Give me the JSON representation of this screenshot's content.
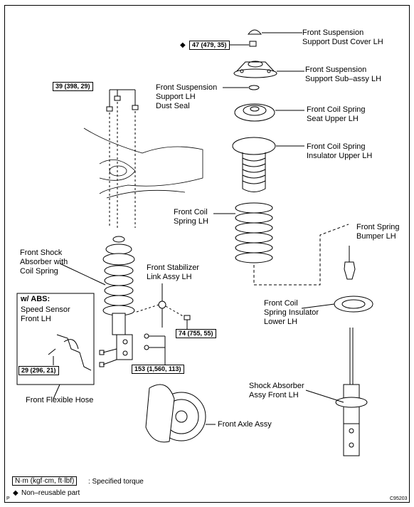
{
  "parts": {
    "dust_cover": "Front Suspension\nSupport Dust Cover LH",
    "support_sub_assy": "Front Suspension\nSupport Sub–assy LH",
    "dust_seal": "Front Suspension\nSupport LH\nDust Seal",
    "spring_seat_upper": "Front Coil Spring\nSeat Upper LH",
    "insulator_upper": "Front Coil Spring\nInsulator Upper LH",
    "coil_spring": "Front Coil\nSpring LH",
    "spring_bumper": "Front Spring\nBumper LH",
    "shock_with_spring": "Front Shock\nAbsorber with\nCoil Spring",
    "stabilizer_link": "Front Stabilizer\nLink Assy LH",
    "insulator_lower": "Front Coil\nSpring Insulator\nLower LH",
    "abs_title": "w/ ABS:",
    "speed_sensor": "Speed Sensor\nFront LH",
    "flexible_hose": "Front Flexible Hose",
    "shock_absorber_assy": "Shock Absorber\nAssy Front LH",
    "axle_assy": "Front Axle Assy"
  },
  "torques": {
    "t47": "47 (479, 35)",
    "t39": "39 (398, 29)",
    "t74": "74 (755, 55)",
    "t29": "29 (296, 21)",
    "t153": "153 (1,560, 113)"
  },
  "legend": {
    "unit": "N·m (kgf·cm, ft·lbf)",
    "torque_text": ": Specified torque",
    "nonreusable_symbol": "◆",
    "nonreusable_text": "Non–reusable part"
  },
  "corner": {
    "left": "P",
    "code": "C95203"
  }
}
